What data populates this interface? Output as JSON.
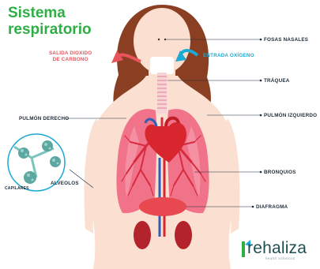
{
  "title": {
    "line1": "Sistema",
    "line2": "respiratorio"
  },
  "labels": {
    "exhale": {
      "line1": "SALIDA DIOXIDO",
      "line2": "DE CARBONO"
    },
    "inhale": "ENTRADA OXÍGENO",
    "nasal": "FOSAS NASALES",
    "trachea": "TRÁQUEA",
    "right_lung": "PULMÓN DERECHO",
    "left_lung": "PULMÓN IZQUIERDO",
    "bronchi": "BRONQUIOS",
    "alveoli": "ALVEOLOS",
    "capillaries": "CAPILARES",
    "diaphragm": "DIAFRAGMA"
  },
  "brand": {
    "name": "rehaliza",
    "tagline": "health solutions"
  },
  "colors": {
    "title_green": "#2fae46",
    "exhale_red": "#e9545b",
    "inhale_cyan": "#1ca9d4",
    "skin": "#fbe0d2",
    "hair": "#8b3f22",
    "lung": "#f0738a",
    "bronchi": "#d92b3f",
    "diaphragm": "#e8484f",
    "heart": "#d8262f",
    "brand": "#1e4e52"
  }
}
